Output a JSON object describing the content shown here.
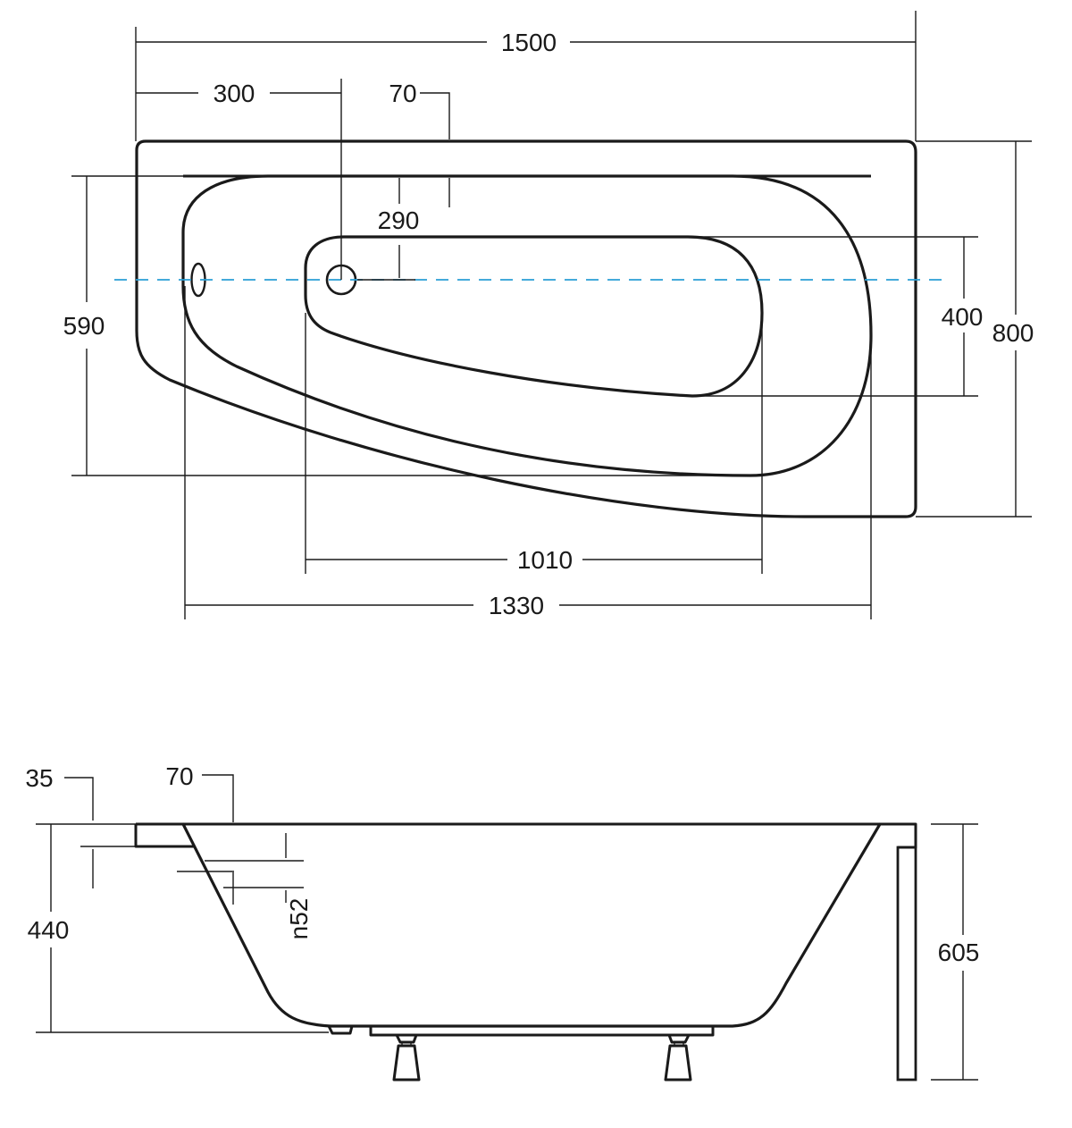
{
  "top_view": {
    "dims": {
      "total_length": "1500",
      "drain_offset": "300",
      "rim_width": "70",
      "drain_to_wall": "290",
      "inner_width": "590",
      "basin_width": "400",
      "total_width": "800",
      "basin_length": "1010",
      "inner_length": "1330"
    }
  },
  "side_view": {
    "dims": {
      "rim_thickness": "35",
      "rim_width": "70",
      "overflow": "n52",
      "depth": "440",
      "total_height": "605"
    }
  }
}
